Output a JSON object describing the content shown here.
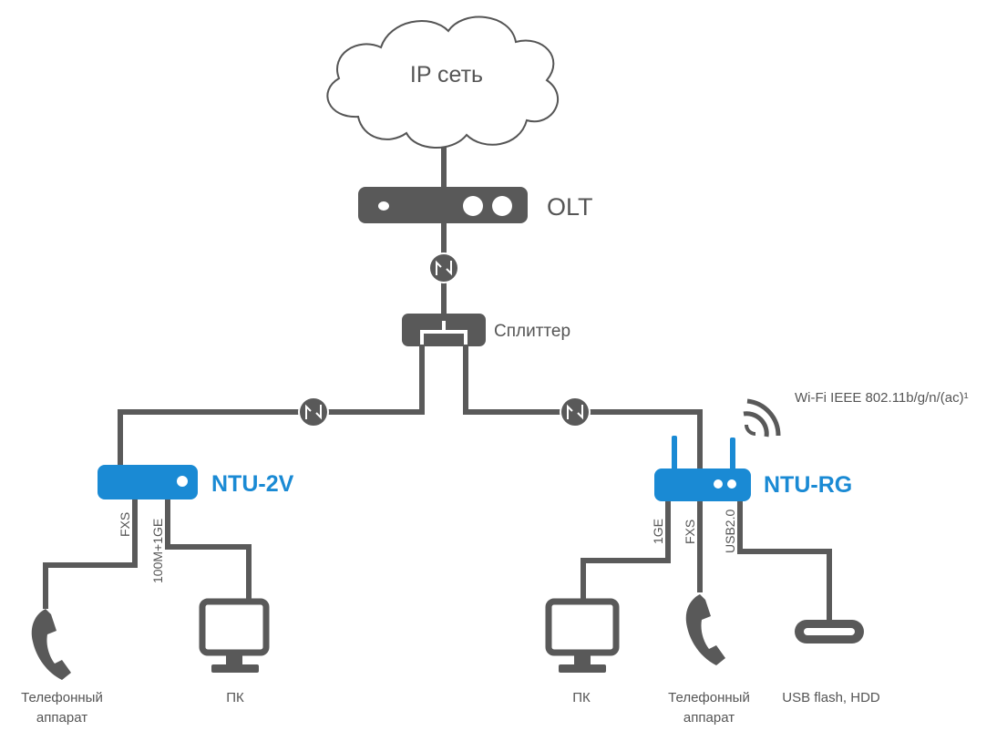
{
  "network": {
    "label": "IP сеть"
  },
  "olt": {
    "label": "OLT"
  },
  "splitter": {
    "label": "Сплиттер"
  },
  "ntu_2v": {
    "label": "NTU-2V",
    "ports": {
      "fxs": "FXS",
      "lan": "100M+1GE"
    },
    "devices": {
      "phone": [
        "Телефонный",
        "аппарат"
      ],
      "pc": "ПК"
    }
  },
  "ntu_rg": {
    "label": "NTU-RG",
    "wifi_label": "Wi-Fi IEEE 802.11b/g/n/(ac)¹",
    "ports": {
      "ge": "1GE",
      "fxs": "FXS",
      "usb": "USB2.0"
    },
    "devices": {
      "pc": "ПК",
      "phone": [
        "Телефонный",
        "аппарат"
      ],
      "storage": "USB flash, HDD"
    }
  },
  "colors": {
    "device": "#595959",
    "wire": "#5a5a5a",
    "accent": "#1a8ad4"
  }
}
